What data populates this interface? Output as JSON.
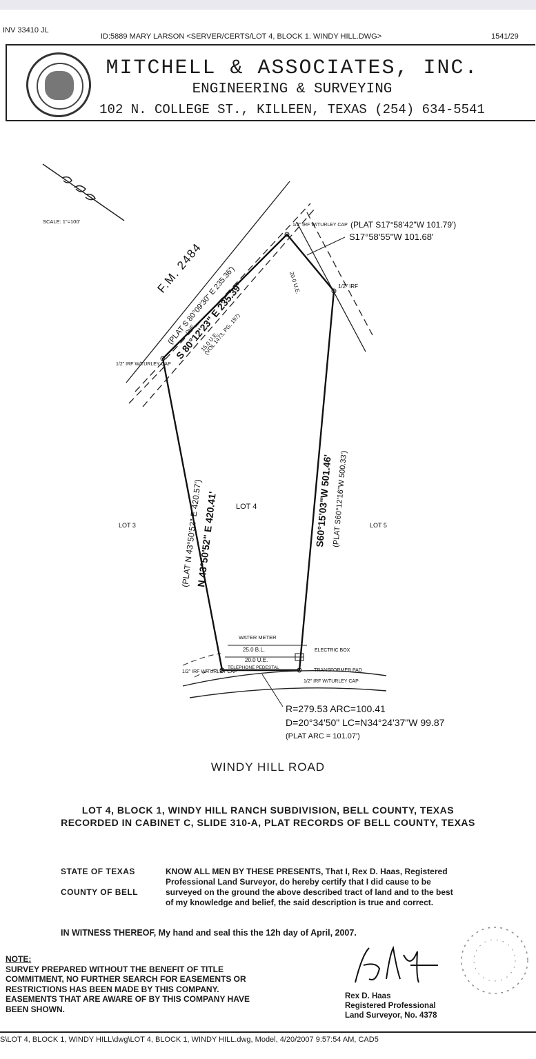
{
  "header": {
    "inv": "INV 33410 JL",
    "id_line": "ID:5889  MARY LARSON  <SERVER/CERTS/LOT 4, BLOCK 1. WINDY HILL.DWG>",
    "page": "1541/29"
  },
  "company": {
    "name": "MITCHELL & ASSOCIATES, INC.",
    "subtitle": "ENGINEERING & SURVEYING",
    "address": "102 N. COLLEGE ST., KILLEEN, TEXAS (254) 634-5541"
  },
  "plat": {
    "scale": "SCALE: 1\"=100'",
    "road_top": "F.M. 2484",
    "plat_north_bearing": "(PLAT S 80°09'30\" E 235.36')",
    "north_bearing": "S 80°12'23\" E 235.39'",
    "ue_15": "15.0 U.E.",
    "vol_ref": "(VOL 1473, PG. 197)",
    "ohe": "OHE",
    "plat_east_short": "(PLAT S17°58'42\"W 101.79')",
    "east_short": "S17°58'55\"W  101.68'",
    "ue_20_ne": "20.0 U.E.",
    "irf_tr": "1/2\" IRF",
    "irf_nw": "1/2\" IRF W/TURLEY CAP",
    "irf_top": "1/2\" IRF W/TURLEY CAP",
    "west_plat": "(PLAT N 43°50'52\" E  420.57')",
    "west_bearing": "N 43°50'52\" E  420.41'",
    "east_bearing": "S60°15'03\"W  501.46'",
    "east_plat": "(PLAT S60°12'16\"W  500.33')",
    "lot3": "LOT 3",
    "lot4": "LOT 4",
    "lot5": "LOT 5",
    "water_meter": "WATER METER",
    "bl_25": "25.0 B.L.",
    "ue_20": "20.0 U.E.",
    "electric_box": "ELECTRIC BOX",
    "telephone": "TELEPHONE PEDESTAL",
    "transformer": "TRANSFORMER PAD",
    "irf_sw": "1/2\" IRF W/TURLEY CAP",
    "irf_se": "1/2\" IRF W/TURLEY CAP",
    "curve_r": "R=279.53  ARC=100.41",
    "curve_d": "D=20°34'50\"  LC=N34°24'37\"W  99.87",
    "curve_plat": "(PLAT ARC = 101.07')"
  },
  "road_bottom": "WINDY HILL ROAD",
  "legal": {
    "line1": "LOT 4, BLOCK 1, WINDY HILL RANCH SUBDIVISION, BELL COUNTY, TEXAS",
    "line2": "RECORDED IN CABINET C, SLIDE 310-A, PLAT RECORDS OF BELL COUNTY, TEXAS"
  },
  "certificate": {
    "state": "STATE OF TEXAS",
    "county": "COUNTY OF BELL",
    "text": "KNOW ALL MEN BY THESE PRESENTS, That I, Rex D. Haas, Registered Professional Land Surveyor, do hereby certify that I did cause to be surveyed on the ground the above described tract of land and to the best of my knowledge and belief, the said description is true and correct.",
    "witness": "IN WITNESS THEREOF, My hand and seal this the 12h day of April, 2007."
  },
  "note": {
    "heading": "NOTE:",
    "text": "SURVEY PREPARED WITHOUT THE BENEFIT OF TITLE COMMITMENT, NO FURTHER SEARCH FOR EASEMENTS OR RESTRICTIONS HAS BEEN MADE BY THIS COMPANY. EASEMENTS THAT ARE AWARE OF BY THIS COMPANY HAVE BEEN SHOWN."
  },
  "surveyor": {
    "name": "Rex D. Haas",
    "title": "Registered Professional",
    "license": "Land Surveyor, No. 4378"
  },
  "footer": "S\\LOT 4, BLOCK 1, WINDY HILL\\dwg\\LOT 4, BLOCK 1, WINDY HILL.dwg, Model, 4/20/2007 9:57:54 AM, CAD5"
}
